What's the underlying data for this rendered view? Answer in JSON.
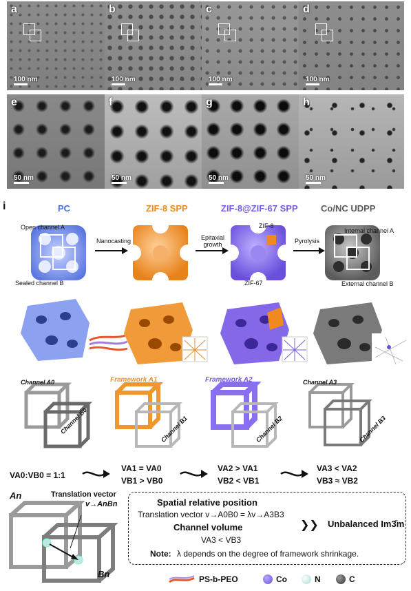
{
  "panels_top": [
    {
      "letter": "a",
      "scale": "100 nm"
    },
    {
      "letter": "b",
      "scale": "100 nm"
    },
    {
      "letter": "c",
      "scale": "100 nm"
    },
    {
      "letter": "d",
      "scale": "100 nm"
    }
  ],
  "panels_bottom": [
    {
      "letter": "e",
      "scale": "50 nm"
    },
    {
      "letter": "f",
      "scale": "50 nm"
    },
    {
      "letter": "g",
      "scale": "50 nm"
    },
    {
      "letter": "h",
      "scale": "50 nm"
    }
  ],
  "panel_i": {
    "letter": "i",
    "stages": [
      {
        "title": "PC",
        "color": "#4a6de0"
      },
      {
        "title": "ZIF-8 SPP",
        "color": "#f08a1e"
      },
      {
        "title": "ZIF-8@ZIF-67 SPP",
        "color": "#7a5ce6"
      },
      {
        "title": "Co/NC UDPP",
        "color": "#5a5a5a"
      }
    ],
    "arrow_labels": [
      "Nanocasting",
      "Epitaxial growth",
      "Pyrolysis"
    ],
    "annotations": {
      "open_channel": "Open channel A",
      "sealed_channel": "Sealed channel B",
      "zif8": "ZIF-8",
      "zif67": "ZIF-67",
      "internal_channel": "Internal channel A",
      "external_channel": "External channel B"
    },
    "cube_labels": [
      {
        "top": "Channel A0",
        "bottom": "Channel B0"
      },
      {
        "top": "Framework A1",
        "bottom": "Channel B1"
      },
      {
        "top": "Framework A2",
        "bottom": "Channel B2"
      },
      {
        "top": "Channel A3",
        "bottom": "Channel B3"
      }
    ],
    "relations": {
      "r0": "VA0:VB0 = 1:1",
      "r1a": "VA1 = VA0",
      "r1b": "VB1 > VB0",
      "r2a": "VA2 > VA1",
      "r2b": "VB2 < VB1",
      "r3a": "VA3 < VA2",
      "r3b": "VB3 ≈ VB2"
    },
    "bottom_left": {
      "an": "An",
      "bn": "Bn",
      "vector_label": "Translation vector",
      "vector_symbol": "v→AnBn"
    },
    "box": {
      "heading1": "Spatial relative position",
      "line1": "Translation vector v→A0B0 = λv→A3B3",
      "heading2": "Channel volume",
      "line2": "VA3 < VB3",
      "note_label": "Note:",
      "note_text": "λ depends on the degree of framework shrinkage.",
      "result": "Unbalanced Im3̄m",
      "chevrons": "❯❯"
    },
    "legend": [
      {
        "label": "PS-b-PEO",
        "type": "polymer"
      },
      {
        "label": "Co",
        "color": "#6f4fd6"
      },
      {
        "label": "N",
        "color": "#bfe8e4"
      },
      {
        "label": "C",
        "color": "#4a4a4a"
      }
    ]
  }
}
